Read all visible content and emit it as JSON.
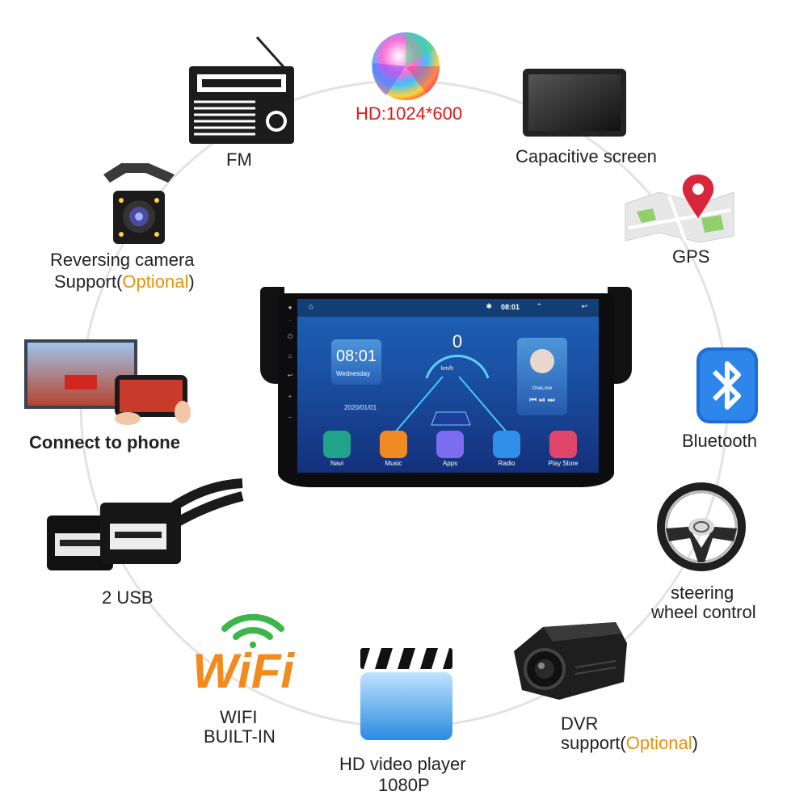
{
  "features": {
    "hd": "HD:1024*600",
    "fm": "FM",
    "capacitive": "Capacitive screen",
    "gps": "GPS",
    "reversing_line1": "Reversing camera",
    "reversing_line2_prefix": "Support(",
    "reversing_optional": "Optional",
    "reversing_line2_suffix": ")",
    "phone": "Connect to phone",
    "bluetooth": "Bluetooth",
    "usb": "2 USB",
    "steering_line1": "steering",
    "steering_line2": "wheel control",
    "wifi_logo": "WiFi",
    "wifi_line1": "WIFI",
    "wifi_line2": "BUILT-IN",
    "video_line1": "HD video player",
    "video_line2": "1080P",
    "dvr_line1": "DVR",
    "dvr_line2_prefix": "support(",
    "dvr_optional": "Optional",
    "dvr_line2_suffix": ")"
  },
  "screen": {
    "status_time": "08:01",
    "clock_time": "08:01",
    "clock_day": "Wednesday",
    "date": "2020/01/01",
    "speed": "0",
    "speed_unit": "km/h",
    "music_title": "OneLove",
    "apps": [
      {
        "label": "Navi",
        "color": "#1fa38a"
      },
      {
        "label": "Music",
        "color": "#f08a24"
      },
      {
        "label": "Apps",
        "color": "#7b6cf0"
      },
      {
        "label": "Radio",
        "color": "#2f8fe8"
      },
      {
        "label": "Play Store",
        "color": "#e0456a"
      }
    ]
  },
  "colors": {
    "accent_optional": "#e8920a",
    "hd_red": "#e01818",
    "bluetooth_blue": "#1c6fd6",
    "gps_pin": "#d8263c",
    "wifi_green": "#3cb54a",
    "wifi_orange": "#f28a1c"
  }
}
